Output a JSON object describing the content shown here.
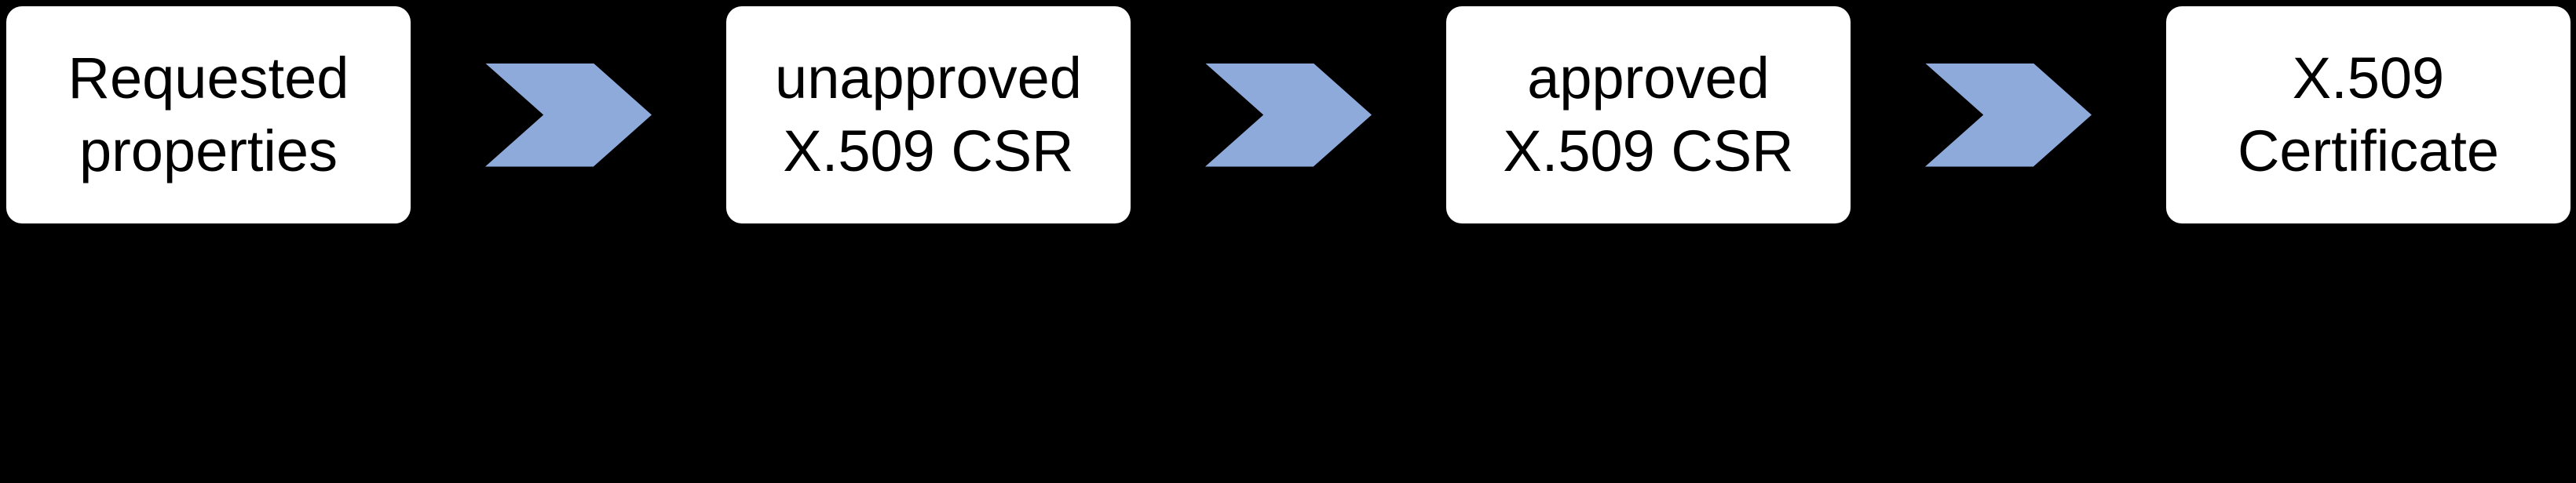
{
  "diagram": {
    "type": "flow",
    "colors": {
      "background": "#000000",
      "node-fill": "#ffffff",
      "node-text": "#000000",
      "arrow-fill": "#8EAADB"
    },
    "nodes": [
      {
        "id": "requested-properties",
        "lines": [
          "Requested",
          "properties"
        ]
      },
      {
        "id": "unapproved-csr",
        "lines": [
          "unapproved",
          "X.509 CSR"
        ]
      },
      {
        "id": "approved-csr",
        "lines": [
          "approved",
          "X.509 CSR"
        ]
      },
      {
        "id": "certificate",
        "lines": [
          "X.509",
          "Certificate"
        ]
      }
    ],
    "arrows": [
      {
        "icon": "chevron-right-icon"
      },
      {
        "icon": "chevron-right-icon"
      },
      {
        "icon": "chevron-right-icon"
      }
    ]
  }
}
